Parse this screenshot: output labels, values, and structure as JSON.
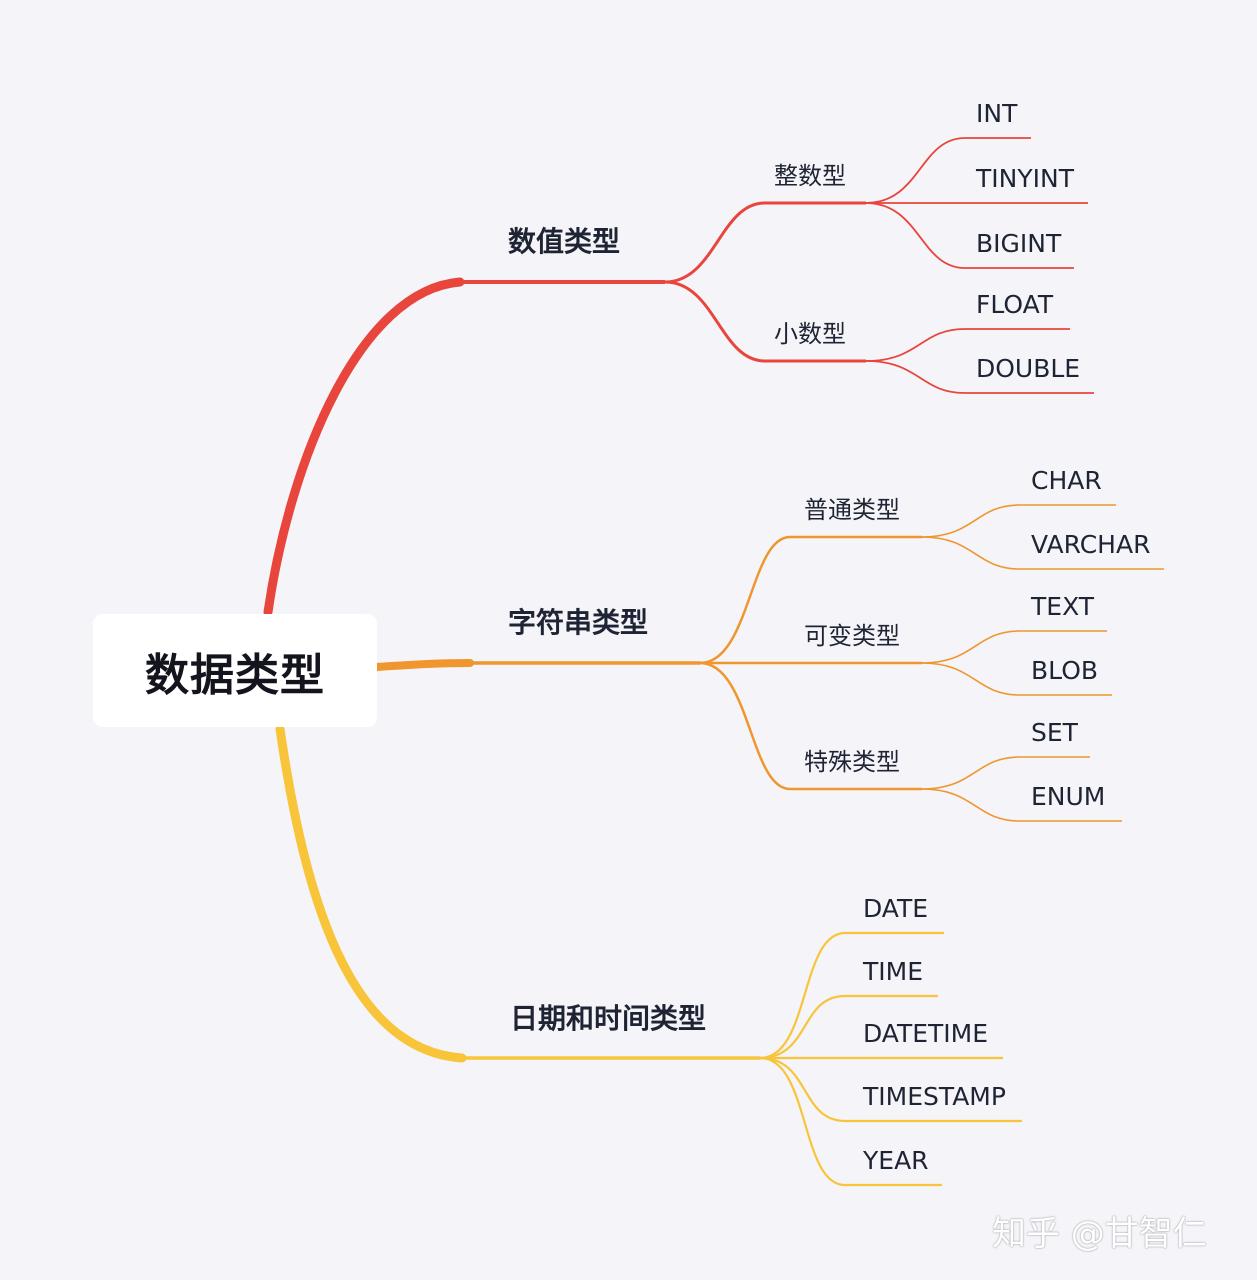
{
  "root": {
    "label": "数据类型"
  },
  "branches": {
    "numeric": {
      "label": "数值类型",
      "color": "#e8453c",
      "integer": {
        "label": "整数型",
        "items": [
          "INT",
          "TINYINT",
          "BIGINT"
        ]
      },
      "decimal": {
        "label": "小数型",
        "items": [
          "FLOAT",
          "DOUBLE"
        ]
      }
    },
    "string": {
      "label": "字符串类型",
      "color": "#f0962f",
      "normal": {
        "label": "普通类型",
        "items": [
          "CHAR",
          "VARCHAR"
        ]
      },
      "variable": {
        "label": "可变类型",
        "items": [
          "TEXT",
          "BLOB"
        ]
      },
      "special": {
        "label": "特殊类型",
        "items": [
          "SET",
          "ENUM"
        ]
      }
    },
    "datetime": {
      "label": "日期和时间类型",
      "color": "#f8c43a",
      "items": [
        "DATE",
        "TIME",
        "DATETIME",
        "TIMESTAMP",
        "YEAR"
      ]
    }
  },
  "watermark": "知乎 @甘智仁"
}
